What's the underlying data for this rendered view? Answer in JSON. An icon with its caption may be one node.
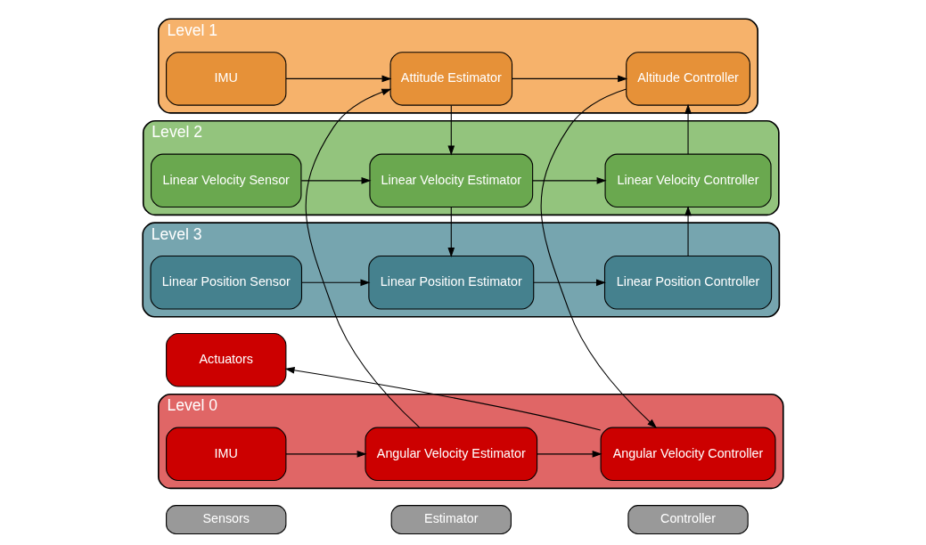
{
  "diagram": {
    "nodes": [
      {
        "text": [
          "Sensors"
        ]
      },
      {
        "text": [
          "Estimator"
        ]
      },
      {
        "text": [
          "Controller"
        ]
      },
      {
        "text": [
          "Level 3"
        ]
      },
      {
        "text": [
          "Linear Position Sensor"
        ],
        "in": 3
      },
      {
        "text": [
          "Linear Position Estimator"
        ],
        "in": 3
      },
      {
        "text": [
          "Linear Position Controller"
        ],
        "in": 3
      },
      {
        "text": [
          "Level 2"
        ]
      },
      {
        "text": [
          "Linear Velocity Sensor"
        ],
        "in": 7
      },
      {
        "text": [
          "Linear Velocity Estimator"
        ],
        "in": 7
      },
      {
        "text": [
          "Linear Velocity Controller"
        ],
        "in": 7
      },
      {
        "text": [
          "Level 1"
        ]
      },
      {
        "text": [
          "IMU"
        ],
        "in": 11
      },
      {
        "text": [
          "Attitude Estimator"
        ],
        "in": 11
      },
      {
        "text": [
          "Altitude Controller"
        ],
        "in": 11
      },
      {
        "text": [
          "Level 0"
        ]
      },
      {
        "text": [
          "IMU"
        ],
        "in": 15
      },
      {
        "text": [
          "Angular Velocity Estimator"
        ],
        "in": 15
      },
      {
        "text": [
          "Angular Velocity Controller"
        ],
        "in": 15
      },
      {
        "text": [
          "Actuators"
        ]
      }
    ],
    "edges": [
      {
        "from": 4,
        "to": 5,
        "arrow": "to"
      },
      {
        "from": 5,
        "to": 6,
        "arrow": "to"
      },
      {
        "from": 6,
        "to": 10,
        "arrow": "to"
      },
      {
        "from": 8,
        "to": 9,
        "arrow": "to"
      },
      {
        "from": 9,
        "to": 10,
        "arrow": "to"
      },
      {
        "from": 9,
        "to": 5,
        "arrow": "to"
      },
      {
        "from": 10,
        "to": 14,
        "arrow": "to"
      },
      {
        "from": 12,
        "to": 13,
        "arrow": "to"
      },
      {
        "from": 13,
        "to": 14,
        "arrow": "to"
      },
      {
        "from": 13,
        "to": 9,
        "arrow": "to"
      },
      {
        "from": 14,
        "to": 18,
        "arrow": "to"
      },
      {
        "from": 16,
        "to": 17,
        "arrow": "to"
      },
      {
        "from": 17,
        "to": 18,
        "arrow": "to"
      },
      {
        "from": 17,
        "to": 13,
        "arrow": "to"
      },
      {
        "from": 18,
        "to": 19,
        "arrow": "to"
      }
    ]
  }
}
